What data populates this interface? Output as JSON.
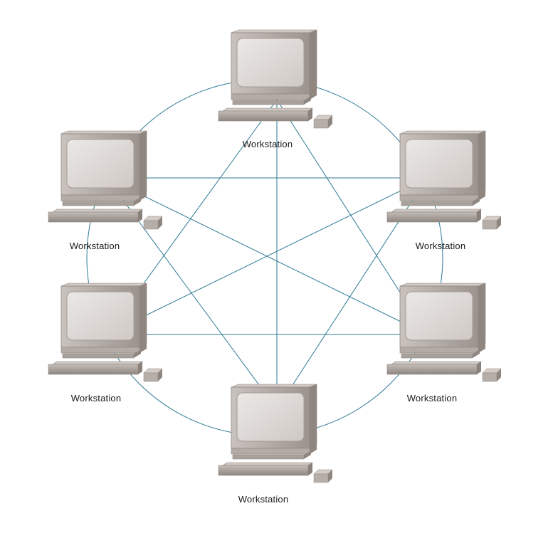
{
  "diagram": {
    "colors": {
      "connection": "#2f7a94",
      "ring": "#2f7a94",
      "monitor_body": "#b4aca6",
      "monitor_screen": "#ddd9d6",
      "monitor_shadow": "#8f8680",
      "keyboard": "#a9a19b",
      "label_text": "#1a1a1a"
    },
    "nodes": [
      {
        "id": "top",
        "label": "Workstation"
      },
      {
        "id": "upper-right",
        "label": "Workstation"
      },
      {
        "id": "lower-right",
        "label": "Workstation"
      },
      {
        "id": "bottom",
        "label": "Workstation"
      },
      {
        "id": "lower-left",
        "label": "Workstation"
      },
      {
        "id": "upper-left",
        "label": "Workstation"
      }
    ],
    "ring_connections": [
      [
        "top",
        "upper-right"
      ],
      [
        "upper-right",
        "lower-right"
      ],
      [
        "lower-right",
        "bottom"
      ],
      [
        "bottom",
        "lower-left"
      ],
      [
        "lower-left",
        "upper-left"
      ],
      [
        "upper-left",
        "top"
      ]
    ],
    "mesh_connections": [
      [
        "top",
        "bottom"
      ],
      [
        "top",
        "lower-left"
      ],
      [
        "top",
        "lower-right"
      ],
      [
        "upper-left",
        "upper-right"
      ],
      [
        "upper-left",
        "lower-right"
      ],
      [
        "upper-left",
        "bottom"
      ],
      [
        "upper-right",
        "lower-left"
      ],
      [
        "upper-right",
        "bottom"
      ],
      [
        "lower-left",
        "lower-right"
      ]
    ],
    "icon": "desktop-computer-icon"
  }
}
